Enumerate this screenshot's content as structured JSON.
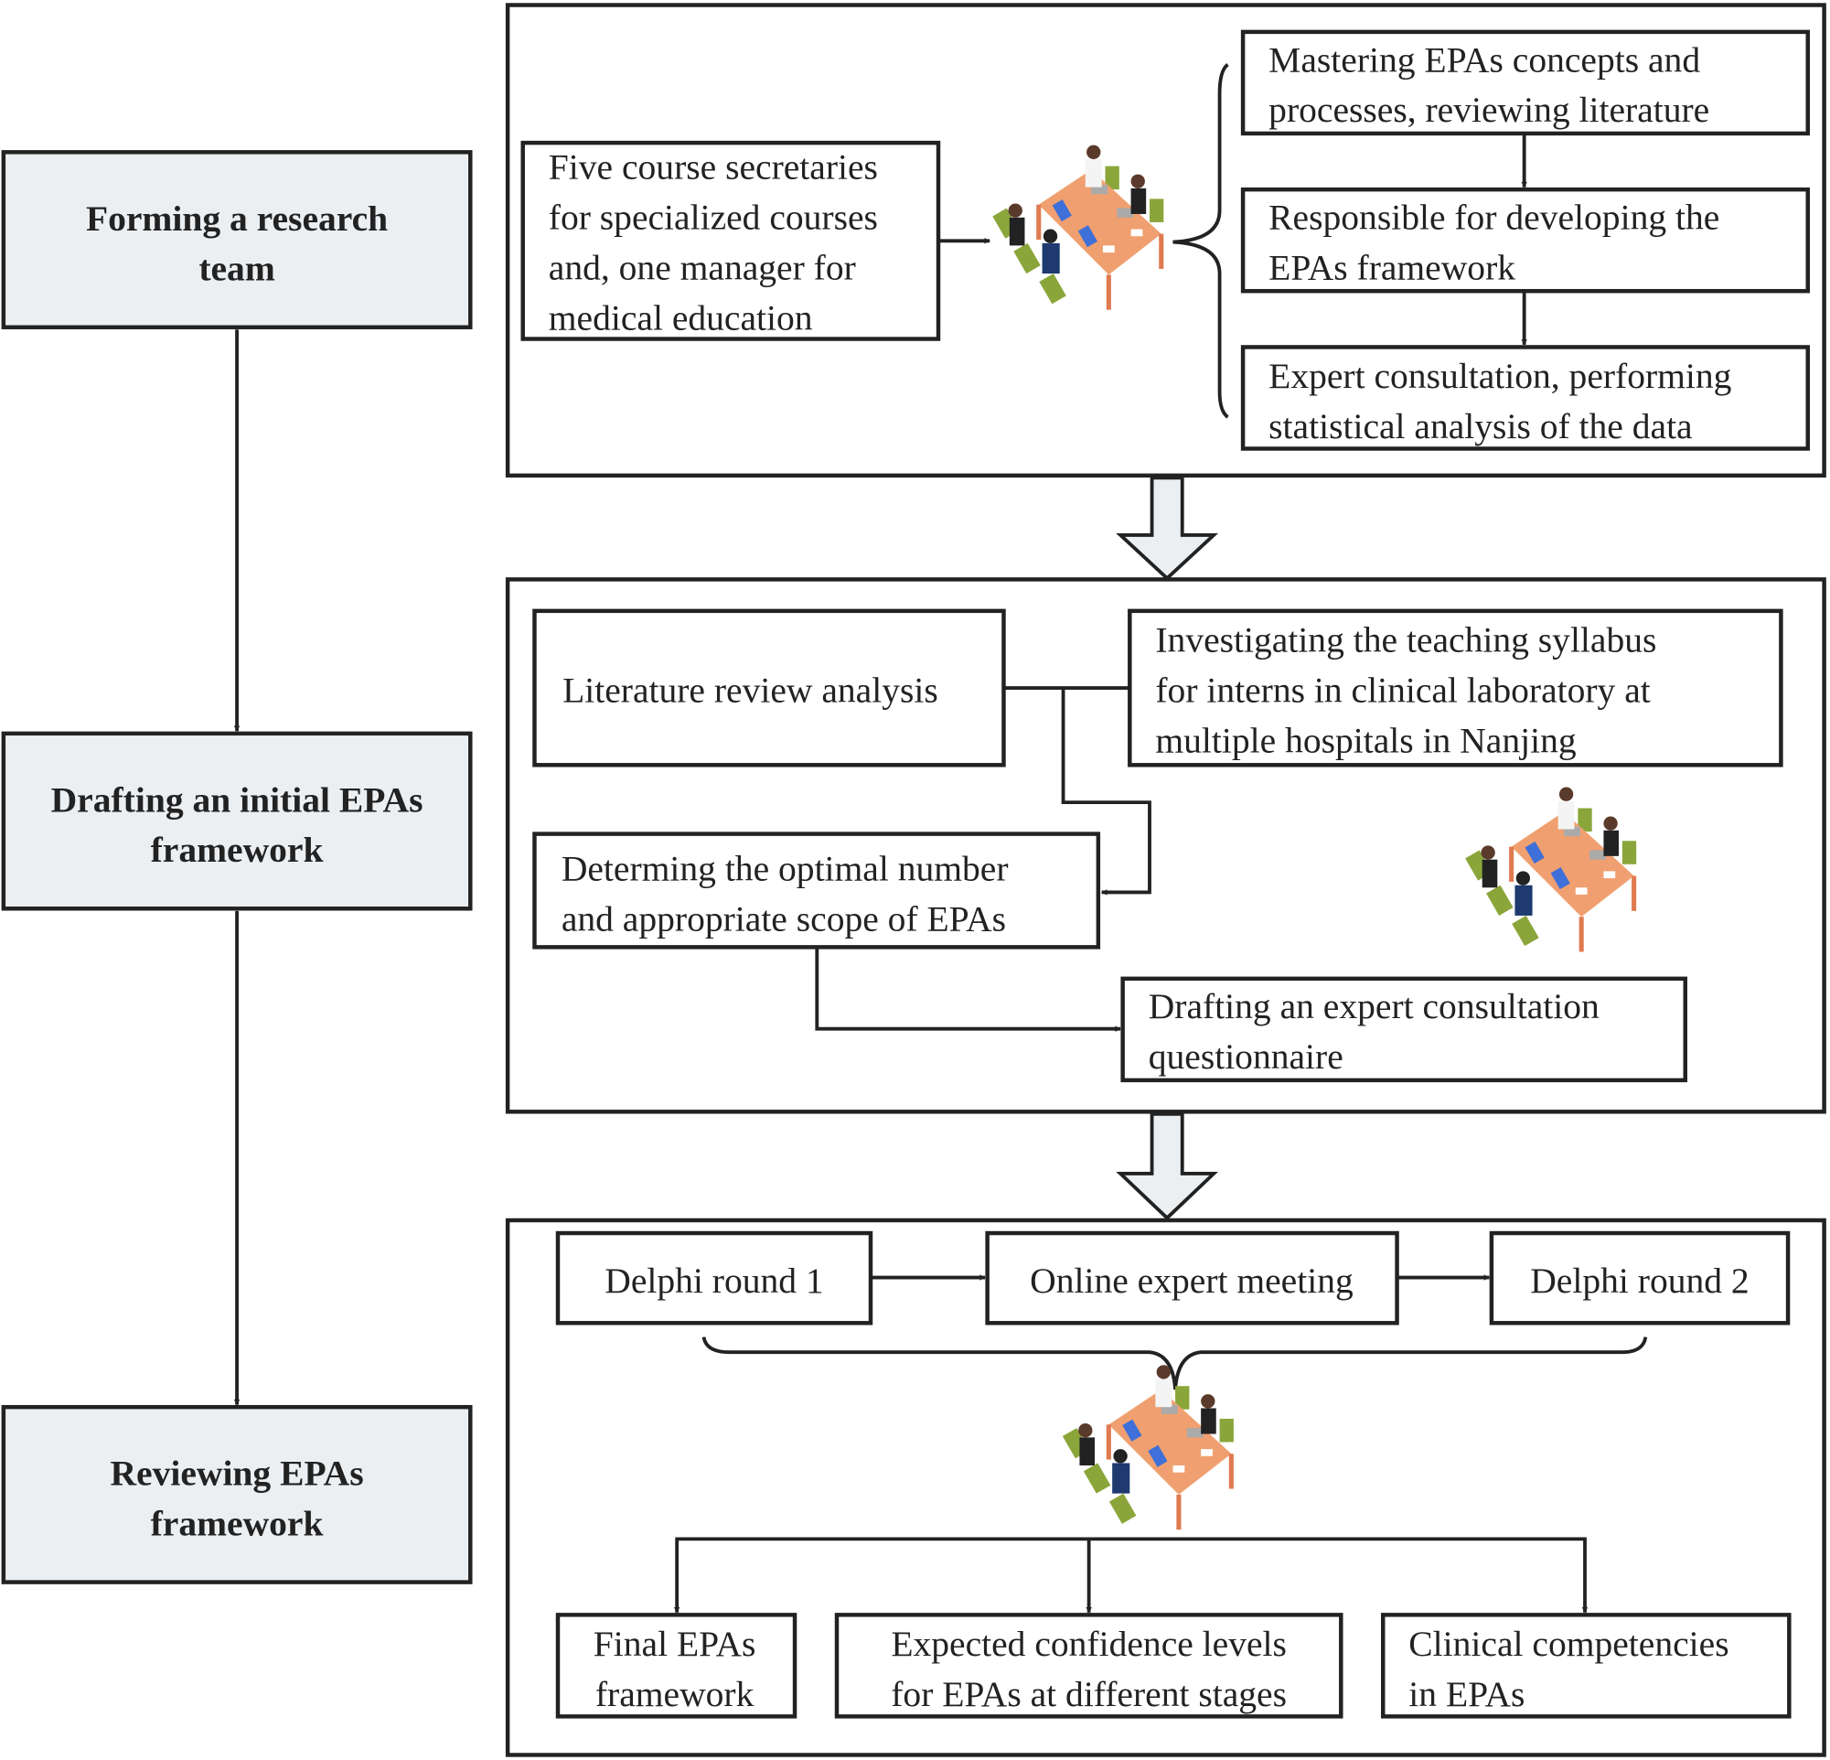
{
  "colors": {
    "stage_fill": "#eceff2",
    "stroke": "#222222",
    "table": "#f0a070",
    "chair": "#8aa63a",
    "laptop": "#3f6fd8"
  },
  "stages": [
    {
      "lines": [
        "Forming a research",
        "team"
      ]
    },
    {
      "lines": [
        "Drafting an initial EPAs",
        "framework"
      ]
    },
    {
      "lines": [
        "Reviewing EPAs",
        "framework"
      ]
    }
  ],
  "panel1": {
    "team": {
      "lines": [
        "Five course secretaries",
        "for specialized courses",
        "and, one manager for",
        "medical education"
      ]
    },
    "steps": [
      {
        "lines": [
          "Mastering EPAs concepts and",
          "processes, reviewing literature"
        ]
      },
      {
        "lines": [
          "Responsible for developing the",
          "EPAs framework"
        ]
      },
      {
        "lines": [
          "Expert consultation, performing",
          "statistical analysis of the data"
        ]
      }
    ],
    "icon": "meeting-team-icon"
  },
  "panel2": {
    "literature": "Literature review analysis",
    "syllabus": {
      "lines": [
        "Investigating the teaching syllabus",
        "for interns in clinical laboratory at",
        "multiple hospitals in Nanjing"
      ]
    },
    "determining": {
      "lines": [
        "Determing the optimal number",
        "and appropriate scope of EPAs"
      ]
    },
    "drafting": {
      "lines": [
        "Drafting an expert consultation",
        "questionnaire"
      ]
    },
    "icon": "meeting-team-icon"
  },
  "panel3": {
    "round1": "Delphi round 1",
    "meeting": "Online expert meeting",
    "round2": "Delphi round 2",
    "outputs": [
      {
        "lines": [
          "Final EPAs",
          "framework"
        ]
      },
      {
        "lines": [
          "Expected confidence levels",
          "for EPAs at different stages"
        ]
      },
      {
        "lines": [
          "Clinical competencies",
          "in EPAs"
        ]
      }
    ],
    "icon": "meeting-team-icon"
  }
}
